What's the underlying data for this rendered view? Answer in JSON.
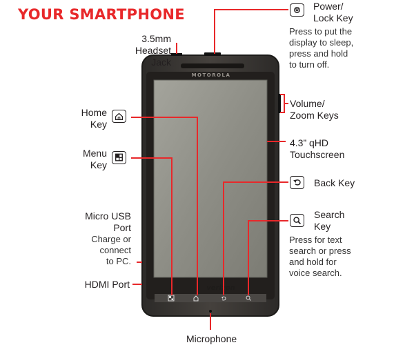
{
  "title": "YOUR SMARTPHONE",
  "brand": "MOTOROLA",
  "carrier": "verizon",
  "callouts": {
    "headset_jack": [
      "3.5mm",
      "Headset",
      "Jack"
    ],
    "home_key": [
      "Home",
      "Key"
    ],
    "menu_key": [
      "Menu",
      "Key"
    ],
    "micro_usb": [
      "Micro USB",
      "Port"
    ],
    "micro_usb_desc": [
      "Charge or",
      "connect",
      "to PC."
    ],
    "hdmi": "HDMI Port",
    "microphone": "Microphone",
    "power": [
      "Power/",
      "Lock Key"
    ],
    "power_desc": [
      "Press to put the",
      "display to sleep,",
      "press and hold",
      "to turn off."
    ],
    "volume": [
      "Volume/",
      "Zoom Keys"
    ],
    "touchscreen": [
      "4.3” qHD",
      "Touchscreen"
    ],
    "back_key": "Back Key",
    "search_key": [
      "Search",
      "Key"
    ],
    "search_desc": [
      "Press for text",
      "search or press",
      "and hold for",
      "voice search."
    ]
  },
  "colors": {
    "accent": "#e8282a",
    "phone_body": "#3a3734",
    "screen": "#8c8c84",
    "text": "#231f20"
  },
  "icons": [
    "home-icon",
    "menu-icon",
    "back-icon",
    "search-icon",
    "power-icon"
  ]
}
